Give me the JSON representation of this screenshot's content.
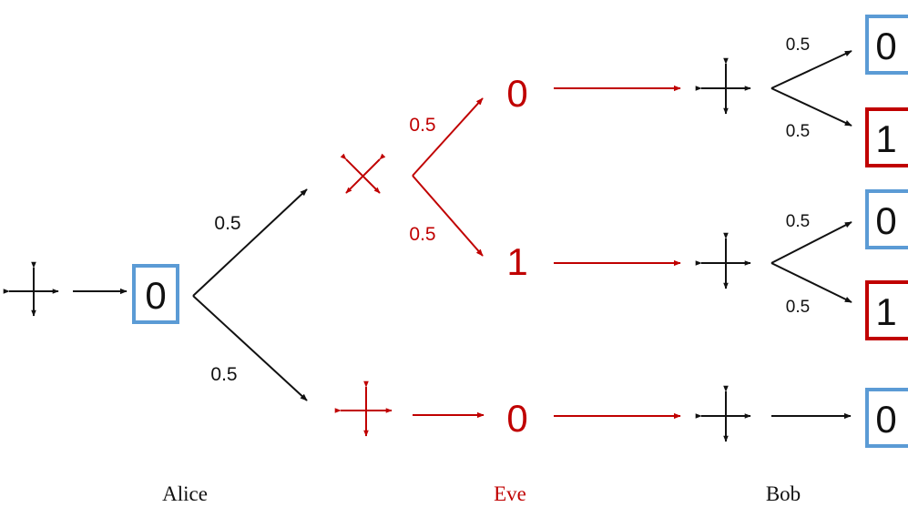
{
  "colors": {
    "black": "#111111",
    "red": "#c00000",
    "blue_box": "#5b9bd5",
    "red_box": "#c00000"
  },
  "labels": {
    "alice": "Alice",
    "eve": "Eve",
    "bob": "Bob"
  },
  "alice": {
    "basis_icon": "rectilinear-basis-icon",
    "bit": "0",
    "prob_up": "0.5",
    "prob_down": "0.5"
  },
  "eve": {
    "diag_basis_icon": "diagonal-basis-icon",
    "rect_basis_icon": "rectilinear-basis-icon",
    "prob_to_0": "0.5",
    "prob_to_1": "0.5",
    "bit_top": "0",
    "bit_mid": "1",
    "bit_bottom": "0"
  },
  "bob": {
    "basis_icon": "rectilinear-basis-icon",
    "branch_top": {
      "prob_upper": "0.5",
      "prob_lower": "0.5",
      "out_upper": "0",
      "out_lower": "1"
    },
    "branch_mid": {
      "prob_upper": "0.5",
      "prob_lower": "0.5",
      "out_upper": "0",
      "out_lower": "1"
    },
    "out_bottom": "0"
  }
}
